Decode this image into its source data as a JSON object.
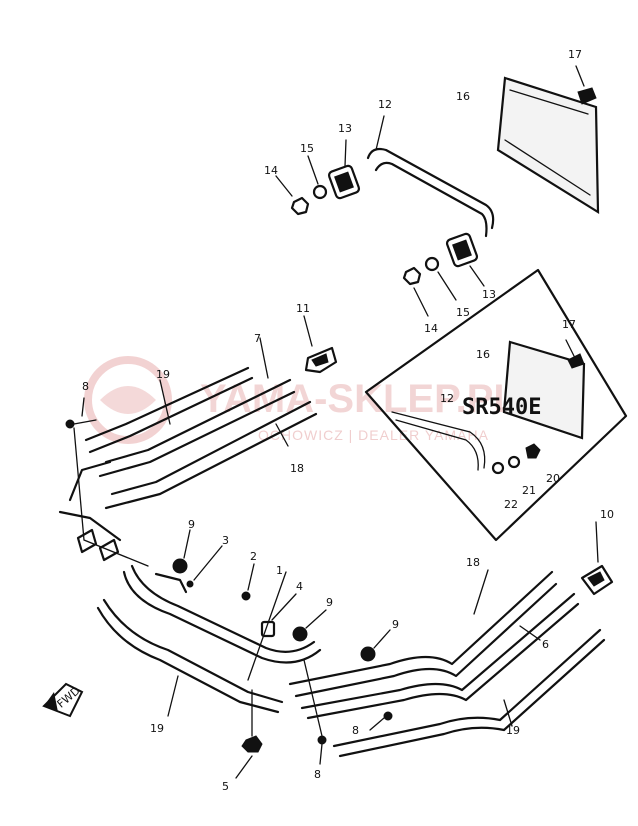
{
  "callouts": {
    "c1": "1",
    "c2": "2",
    "c3": "3",
    "c4": "4",
    "c5": "5",
    "c6": "6",
    "c7": "7",
    "c8a": "8",
    "c8b": "8",
    "c8c": "8",
    "c9a": "9",
    "c9b": "9",
    "c9c": "9",
    "c10": "10",
    "c11": "11",
    "c12a": "12",
    "c12b": "12",
    "c13a": "13",
    "c13b": "13",
    "c14a": "14",
    "c14b": "14",
    "c15a": "15",
    "c15b": "15",
    "c16a": "16",
    "c16b": "16",
    "c17a": "17",
    "c17b": "17",
    "c18a": "18",
    "c18b": "18",
    "c19a": "19",
    "c19b": "19",
    "c19c": "19",
    "c20": "20",
    "c21": "21",
    "c22": "22"
  },
  "inset": {
    "model_label": "SR540E"
  },
  "fwd_label": "FWD",
  "watermark": {
    "brand": "YAMA-SKLEP.PL",
    "subline": "OCHOWICZ | DEALER YAMAHA"
  },
  "colors": {
    "ink": "#111111",
    "watermark": "#e9b4b4"
  }
}
